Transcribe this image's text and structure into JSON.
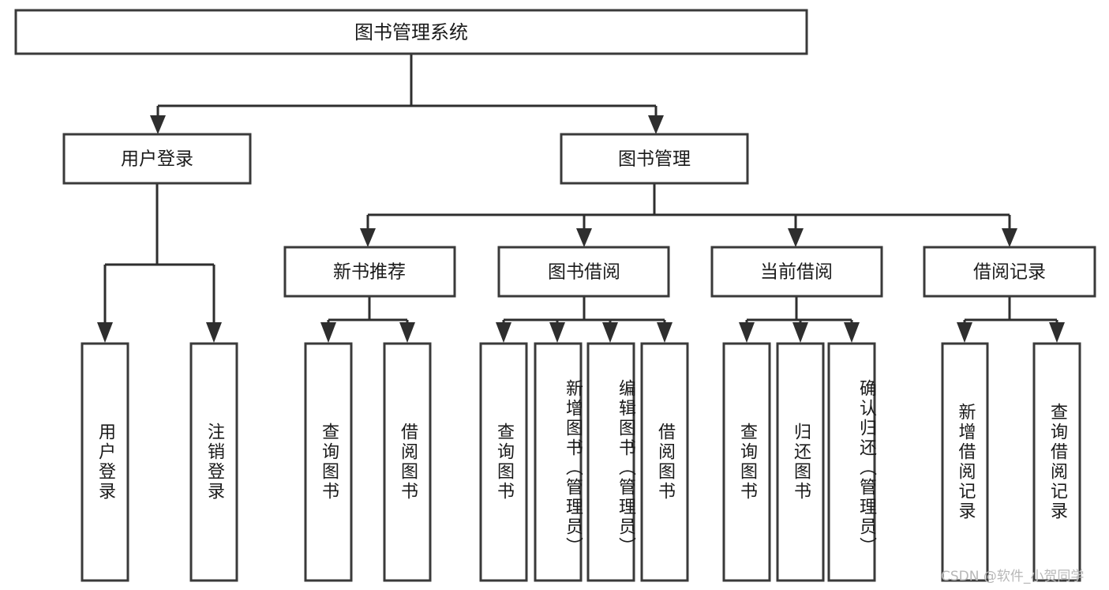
{
  "diagram": {
    "type": "tree-hierarchy",
    "title": "图书管理系统",
    "orientation": "top-down",
    "colors": {
      "box_fill": "#ffffff",
      "box_stroke": "#3a3a3a",
      "connector": "#2e2e2e",
      "text": "#1a1a1a",
      "watermark": "#b8b8b8"
    },
    "root": {
      "id": "root",
      "label": "图书管理系统"
    },
    "level1": [
      {
        "id": "user-login",
        "label": "用户登录"
      },
      {
        "id": "book-manage",
        "label": "图书管理"
      }
    ],
    "level2": [
      {
        "id": "new-book-recommend",
        "label": "新书推荐",
        "parent": "book-manage"
      },
      {
        "id": "book-borrow",
        "label": "图书借阅",
        "parent": "book-manage"
      },
      {
        "id": "current-borrow",
        "label": "当前借阅",
        "parent": "book-manage"
      },
      {
        "id": "borrow-record",
        "label": "借阅记录",
        "parent": "book-manage"
      }
    ],
    "leaves": [
      {
        "id": "leaf-user-login",
        "label": "用户登录",
        "parent": "user-login"
      },
      {
        "id": "leaf-logout-login",
        "label": "注销登录",
        "parent": "user-login"
      },
      {
        "id": "leaf-query-book-1",
        "label": "查询图书",
        "parent": "new-book-recommend"
      },
      {
        "id": "leaf-borrow-book-1",
        "label": "借阅图书",
        "parent": "new-book-recommend"
      },
      {
        "id": "leaf-query-book-2",
        "label": "查询图书",
        "parent": "book-borrow"
      },
      {
        "id": "leaf-add-book",
        "label": "新增图书（管理员）",
        "parent": "book-borrow"
      },
      {
        "id": "leaf-edit-book",
        "label": "编辑图书（管理员）",
        "parent": "book-borrow"
      },
      {
        "id": "leaf-borrow-book-2",
        "label": "借阅图书",
        "parent": "book-borrow"
      },
      {
        "id": "leaf-query-book-3",
        "label": "查询图书",
        "parent": "current-borrow"
      },
      {
        "id": "leaf-return-book",
        "label": "归还图书",
        "parent": "current-borrow"
      },
      {
        "id": "leaf-confirm-return",
        "label": "确认归还（管理员）",
        "parent": "current-borrow"
      },
      {
        "id": "leaf-add-record",
        "label": "新增借阅记录",
        "parent": "borrow-record"
      },
      {
        "id": "leaf-query-record",
        "label": "查询借阅记录",
        "parent": "borrow-record"
      }
    ],
    "watermark": "CSDN @软件_小贺同学"
  }
}
